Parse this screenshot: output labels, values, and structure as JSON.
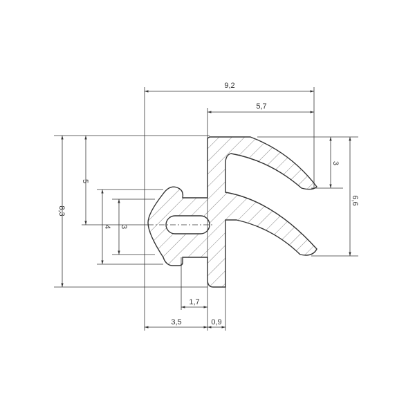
{
  "drawing": {
    "colors": {
      "line": "#333333",
      "background": "#ffffff"
    },
    "dimensions": {
      "overall_width": "9,2",
      "top_width": "5,7",
      "overall_height": "8,3",
      "upper_height": "5",
      "outer_slot": "4",
      "inner_slot": "3",
      "lip_gap": "3",
      "lip_height": "6,6",
      "stem_width": "1,7",
      "base_offset": "3,5",
      "wall_thickness": "0,9"
    }
  }
}
